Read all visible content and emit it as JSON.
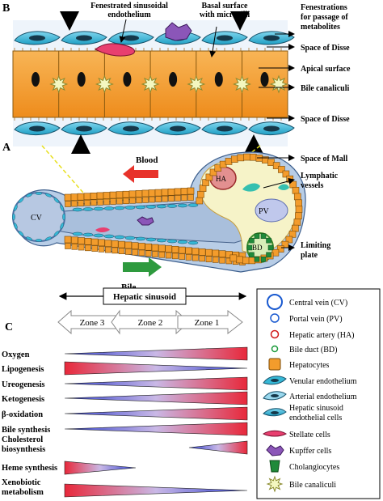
{
  "panels": {
    "a": "A",
    "b": "B",
    "c": "C"
  },
  "panel_b": {
    "fenestrated_sinusoidal_endothelium": [
      "Fenestrated sinusoidal",
      "endothelium"
    ],
    "basal_surface": [
      "Basal surface",
      "with microvilli"
    ],
    "fenestrations": [
      "Fenestrations",
      "for passage of",
      "metabolites"
    ],
    "space_of_disse_top": "Space of Disse",
    "apical_surface": "Apical surface",
    "bile_canaliculi": "Bile canaliculi",
    "space_of_disse_bottom": "Space of Disse"
  },
  "panel_a": {
    "blood": "Blood",
    "bile": "Bile",
    "space_of_mall": "Space of Mall",
    "lymphatic_vessels": [
      "Lymphatic",
      "vessels"
    ],
    "limiting_plate": [
      "Limiting",
      "plate"
    ],
    "cv": "CV",
    "pv": "PV",
    "ha": "HA",
    "bd": "BD"
  },
  "panel_c": {
    "hepatic_sinusoid": "Hepatic sinusoid",
    "zones": [
      "Zone 3",
      "Zone 2",
      "Zone 1"
    ],
    "rows": [
      {
        "label": [
          "Oxygen"
        ],
        "direction": "increase"
      },
      {
        "label": [
          "Lipogenesis"
        ],
        "direction": "decrease"
      },
      {
        "label": [
          "Ureogenesis"
        ],
        "direction": "increase"
      },
      {
        "label": [
          "Ketogenesis"
        ],
        "direction": "increase"
      },
      {
        "label": [
          "β-oxidation"
        ],
        "direction": "increase"
      },
      {
        "label": [
          "Bile synthesis"
        ],
        "direction": "increase"
      },
      {
        "label": [
          "Cholesterol",
          "biosynthesis"
        ],
        "direction": "increase-partial"
      },
      {
        "label": [
          "Heme synthesis"
        ],
        "direction": "decrease-partial"
      },
      {
        "label": [
          "Xenobiotic",
          "metabolism"
        ],
        "direction": "decrease"
      }
    ]
  },
  "legend": {
    "items": [
      {
        "icon": "central-vein-icon",
        "label": [
          "Central vein (CV)"
        ]
      },
      {
        "icon": "portal-vein-icon",
        "label": [
          "Portal vein (PV)"
        ]
      },
      {
        "icon": "hepatic-artery-icon",
        "label": [
          "Hepatic artery (HA)"
        ]
      },
      {
        "icon": "bile-duct-icon",
        "label": [
          "Bile duct (BD)"
        ]
      },
      {
        "icon": "hepatocyte-icon",
        "label": [
          "Hepatocytes"
        ]
      },
      {
        "icon": "venular-endothelium-icon",
        "label": [
          "Venular endothelium"
        ]
      },
      {
        "icon": "arterial-endothelium-icon",
        "label": [
          "Arterial endothelium"
        ]
      },
      {
        "icon": "sinusoid-endothelial-cell-icon",
        "label": [
          "Hepatic sinusoid",
          "endothelial cells"
        ]
      },
      {
        "icon": "stellate-cell-icon",
        "label": [
          "Stellate cells"
        ]
      },
      {
        "icon": "kupffer-cell-icon",
        "label": [
          "Kupffer cells"
        ]
      },
      {
        "icon": "cholangiocyte-icon",
        "label": [
          "Cholangiocytes"
        ]
      },
      {
        "icon": "bile-canaliculi-icon",
        "label": [
          "Bile canaliculi"
        ]
      }
    ]
  },
  "colors": {
    "hepatocyte": "#f39c2c",
    "endothelium": "#36b8d6",
    "gradient_red": "#e8283a",
    "gradient_blue": "#2f3fd0",
    "bile_arrow": "#2e9a3e",
    "blood_arrow": "#e8322a"
  }
}
